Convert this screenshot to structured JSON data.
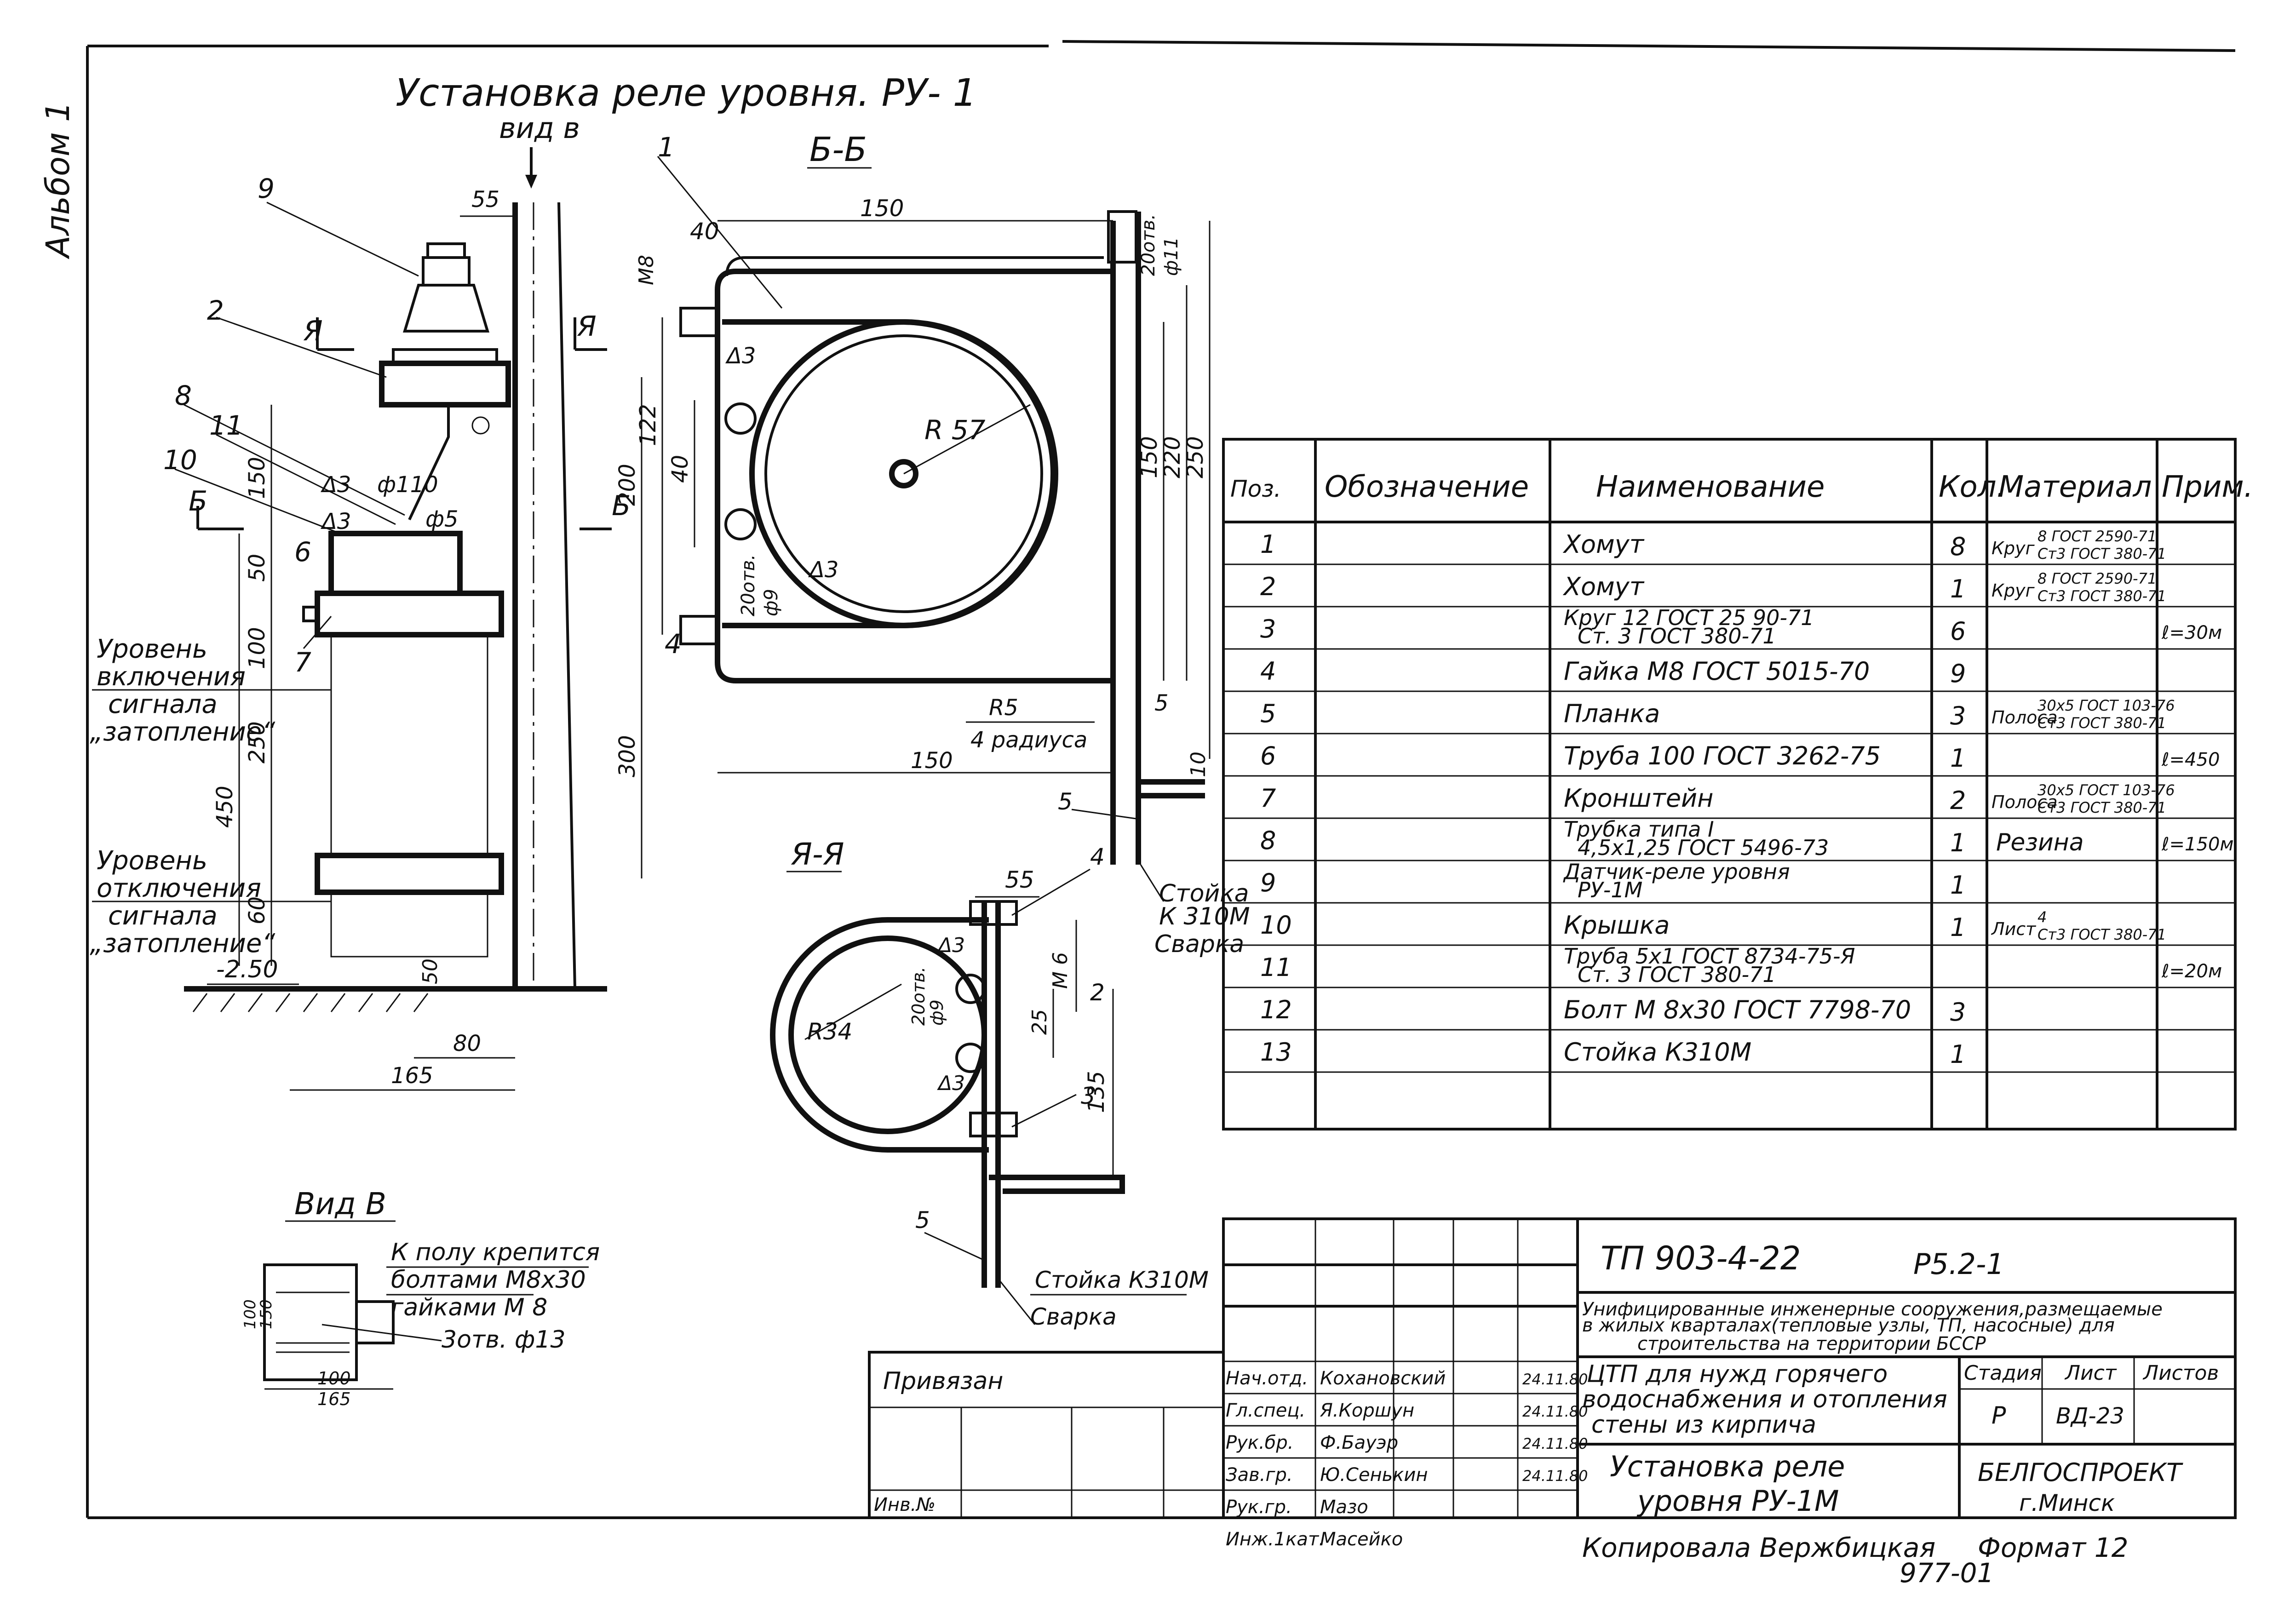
{
  "album_label": "Альбом 1",
  "title_line1": "Установка     реле   уровня.  РУ-  1",
  "view_v_label": "вид в",
  "section_bb": "Б-Б",
  "section_aa": "Я-Я",
  "view_v_title": "Вид В",
  "view_v_note1": "К полу крепится",
  "view_v_note2": "болтами М8х30",
  "view_v_note3": "гайками М 8",
  "view_v_hole": "3отв. ф13",
  "left_view": {
    "cut_a": "Я",
    "cut_b": "Б",
    "on_level": [
      "Уровень",
      "включения",
      "сигнала",
      "„затопление“"
    ],
    "off_level": [
      "Уровень",
      "отключения",
      "сигнала",
      "„затопление“"
    ],
    "elev": "-2.50",
    "dims": [
      "55",
      "150",
      "50",
      "100",
      "250",
      "450",
      "60",
      "200",
      "300",
      "50",
      "80",
      "165",
      "Δ3",
      "Δ3",
      "ф110",
      "ф5"
    ],
    "callouts": [
      "9",
      "2",
      "8",
      "11",
      "10",
      "6",
      "7",
      "4"
    ]
  },
  "section_bb_view": {
    "dims": [
      "150",
      "40",
      "М8",
      "122",
      "40",
      "Δ3",
      "Δ3",
      "20отв.",
      "ф9",
      "R 57",
      "20отв.",
      "ф11",
      "150",
      "220",
      "250",
      "R5",
      "4 радиуса",
      "150",
      "5",
      "10",
      "5"
    ],
    "callouts": [
      "1",
      "4"
    ],
    "labels": [
      "Стойка",
      "К 310М",
      "Сварка"
    ]
  },
  "section_aa_view": {
    "dims": [
      "55",
      "4",
      "Δ3",
      "М 6",
      "20отв.",
      "ф9",
      "R34",
      "25",
      "Δ3",
      "135",
      "2",
      "3",
      "5"
    ],
    "labels": [
      "Стойка К310М",
      "Сварка"
    ]
  },
  "view_v_dims": [
    "100",
    "150",
    "100",
    "165"
  ],
  "spec_table": {
    "headers": [
      "Поз.",
      "Обозначение",
      "Наименование",
      "Кол.",
      "Материал",
      "Прим."
    ],
    "rows": [
      {
        "pos": "1",
        "name": "Хомут",
        "qty": "8",
        "mat_a": "Круг",
        "mat_b": "8 ГОСТ 2590-71",
        "mat_c": "Ст3 ГОСТ 380-71",
        "note": ""
      },
      {
        "pos": "2",
        "name": "Хомут",
        "qty": "1",
        "mat_a": "Круг",
        "mat_b": "8 ГОСТ 2590-71",
        "mat_c": "Ст3 ГОСТ 380-71",
        "note": ""
      },
      {
        "pos": "3",
        "name": "Круг 12 ГОСТ 25 90-71 / Ст. 3 ГОСТ 380-71",
        "qty": "6",
        "mat_a": "",
        "mat_b": "",
        "mat_c": "",
        "note": "ℓ=30м"
      },
      {
        "pos": "4",
        "name": "Гайка М8 ГОСТ 5015-70",
        "qty": "9",
        "mat_a": "",
        "mat_b": "",
        "mat_c": "",
        "note": ""
      },
      {
        "pos": "5",
        "name": "Планка",
        "qty": "3",
        "mat_a": "Полоса",
        "mat_b": "30х5 ГОСТ 103-76",
        "mat_c": "Ст3 ГОСТ 380-71",
        "note": ""
      },
      {
        "pos": "6",
        "name": "Труба 100 ГОСТ 3262-75",
        "qty": "1",
        "mat_a": "",
        "mat_b": "",
        "mat_c": "",
        "note": "ℓ=450"
      },
      {
        "pos": "7",
        "name": "Кронштейн",
        "qty": "2",
        "mat_a": "Полоса",
        "mat_b": "30х5 ГОСТ 103-76",
        "mat_c": "Ст3 ГОСТ 380-71",
        "note": ""
      },
      {
        "pos": "8",
        "name": "Трубка типа I / 4,5х1,25 ГОСТ 5496-73",
        "qty": "1",
        "mat_a": "Резина",
        "mat_b": "",
        "mat_c": "",
        "note": "ℓ=150м"
      },
      {
        "pos": "9",
        "name": "Датчик-реле уровня / РУ-1М",
        "qty": "1",
        "mat_a": "",
        "mat_b": "",
        "mat_c": "",
        "note": ""
      },
      {
        "pos": "10",
        "name": "Крышка",
        "qty": "1",
        "mat_a": "Лист",
        "mat_b": "4",
        "mat_c": "Ст3 ГОСТ 380-71",
        "note": ""
      },
      {
        "pos": "11",
        "name": "Труба 5х1 ГОСТ 8734-75-Я / Ст. 3 ГОСТ 380-71",
        "qty": "",
        "mat_a": "",
        "mat_b": "",
        "mat_c": "",
        "note": "ℓ=20м"
      },
      {
        "pos": "12",
        "name": "Болт М 8х30 ГОСТ 7798-70",
        "qty": "3",
        "mat_a": "",
        "mat_b": "",
        "mat_c": "",
        "note": ""
      },
      {
        "pos": "13",
        "name": "Стойка  К310М",
        "qty": "1",
        "mat_a": "",
        "mat_b": "",
        "mat_c": "",
        "note": ""
      }
    ]
  },
  "title_block": {
    "code": "ТП  903-4-22",
    "sheet_code": "Р5.2-1",
    "project": [
      "Унифицированные инженерные сооружения,размещаемые",
      "в жилых кварталах(тепловые узлы, ТП, насосные) для",
      "строительства на территории БССР"
    ],
    "subject": [
      "ЦТП для нужд горячего",
      "водоснабжения и отопления",
      "стены из кирпича"
    ],
    "drawing": [
      "Установка   реле",
      "уровня  РУ-1М"
    ],
    "stage_h": "Стадия",
    "sheet_h": "Лист",
    "sheets_h": "Листов",
    "stage": "Р",
    "sheet": "ВД-23",
    "org": [
      "БЕЛГОСПРОЕКТ",
      "г.Минск"
    ],
    "bound": "Привязан",
    "inv": "Инв.№",
    "staff_roles": [
      "Нач.отд.",
      "Гл.спец.",
      "Рук.бр.",
      "Зав.гр.",
      "Рук.гр.",
      "Инж.1кат."
    ],
    "staff_names": [
      "Кохановский",
      "Я.Коршун",
      "Ф.Бауэр",
      "Ю.Сенькин",
      "Мазо",
      "Масейко"
    ],
    "dates": [
      "24.11.80",
      "24.11.80",
      "24.11.80",
      "24.11.80",
      "",
      ""
    ]
  },
  "footer": {
    "copied": "Копировала  Вержбицкая",
    "format": "Формат 12",
    "num": "977-01"
  }
}
